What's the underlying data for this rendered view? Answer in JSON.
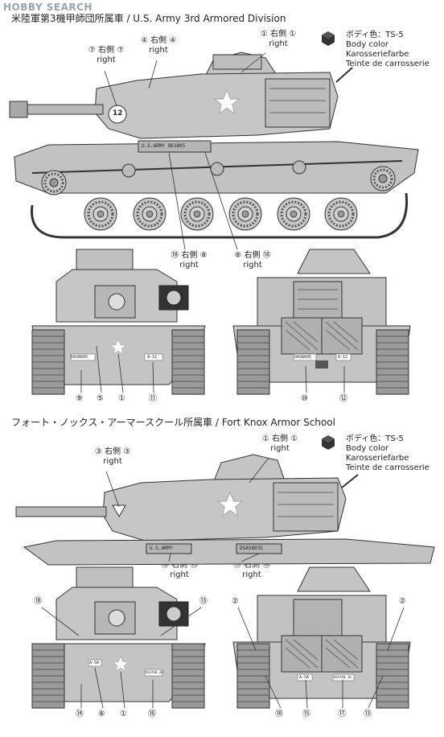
{
  "watermark": "HOBBY SEARCH",
  "sections": [
    {
      "title": "米陸軍第3機甲師団所属車 / U.S. Army 3rd Armored Division",
      "body_color": {
        "jp": "ボディ色：TS-5",
        "de": "Karosseriefarbe",
        "en": "Body color",
        "fr": "Teinte de carrosserie"
      },
      "side_markings": {
        "turret_number": "12",
        "hull_text": "U.S.ARMY  9D3805"
      },
      "front_markings": {
        "left_plate": "DA3A6O5",
        "right_plate": "A-12"
      },
      "rear_markings": {
        "left_plate": "DA3A6O5",
        "right_plate": "A-12"
      },
      "callouts": [
        {
          "num": "⑦",
          "side": "右側",
          "num2": "⑦",
          "sub": "right"
        },
        {
          "num": "④",
          "side": "右側",
          "num2": "④",
          "sub": "right"
        },
        {
          "num": "①",
          "side": "右側",
          "num2": "①",
          "sub": "right"
        },
        {
          "num": "⑱",
          "side": "右側",
          "num2": "⑧",
          "sub": "right"
        },
        {
          "num": "⑧",
          "side": "右側",
          "num2": "⑱",
          "sub": "right"
        }
      ],
      "bottom_numbers": [
        "⑨",
        "⑤",
        "①",
        "⑪",
        "⑩",
        "⑫"
      ]
    },
    {
      "title": "フォート・ノックス・アーマースクール所属車 / Fort Knox Armor School",
      "body_color": {
        "jp": "ボディ色：TS-5",
        "de": "Karosseriefarbe",
        "en": "Body color",
        "fr": "Teinte de carrosserie"
      },
      "side_markings": {
        "hull_text_left": "U.S.ARMY",
        "hull_text_right": "DSA5803S"
      },
      "front_markings": {
        "left_plate": "A-SA",
        "right_plate": "DSFA5B 20"
      },
      "rear_markings": {
        "left_plate": "A-SA",
        "right_plate": "DSFA5B 20"
      },
      "callouts": [
        {
          "num": "③",
          "side": "右側",
          "num2": "③",
          "sub": "right"
        },
        {
          "num": "①",
          "side": "右側",
          "num2": "①",
          "sub": "right"
        },
        {
          "num": "⑱",
          "side": "右側",
          "num2": "⑬",
          "sub": "right"
        },
        {
          "num": "⑬",
          "side": "右側",
          "num2": "⑱",
          "sub": "right"
        }
      ],
      "front_numbers": [
        "⑱",
        "⑬"
      ],
      "rear_numbers": [
        "②",
        "②"
      ],
      "bottom_numbers": [
        "⑭",
        "⑥",
        "①",
        "⑯",
        "⑱",
        "⑮",
        "⑰",
        "⑬"
      ]
    }
  ],
  "colors": {
    "hull": "#c4c4c4",
    "shade": "#a6a6a6",
    "dark": "#4a4a4a",
    "line": "#333333",
    "track": "#8d8d8d"
  }
}
